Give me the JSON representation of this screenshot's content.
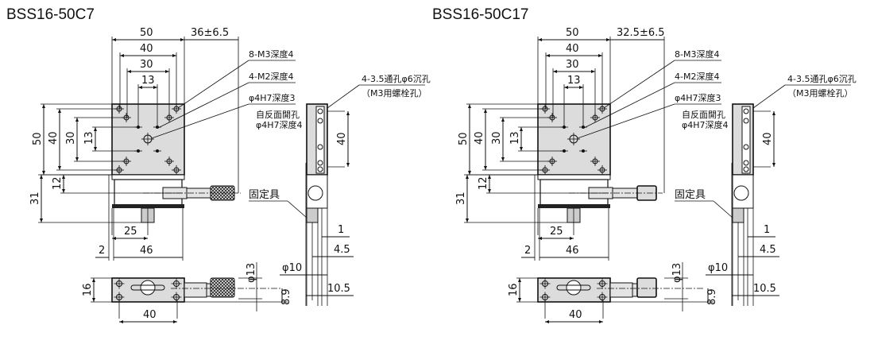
{
  "panels": [
    {
      "model": "BSS16-50C7",
      "dims": {
        "w50": "50",
        "w40": "40",
        "w30": "30",
        "w13": "13",
        "travel": "36±6.5",
        "h50": "50",
        "h40": "40",
        "h30": "30",
        "h13": "13",
        "h12": "12",
        "h31": "31",
        "d25": "25",
        "d2": "2",
        "d46": "46",
        "b16": "16",
        "b40": "40",
        "phi13": "φ13",
        "b89": "8.9",
        "s40": "40",
        "s1": "1",
        "s45": "4.5",
        "phi10": "φ10",
        "s105": "10.5"
      },
      "notes": {
        "m3": "8-M3深度4",
        "m2": "4-M2深度4",
        "h7": "φ4H7深度3",
        "rev1": "自反面開孔",
        "rev2": "φ4H7深度4",
        "cb1": "4-3.5通孔φ6沉孔",
        "cb2": "（M3用螺栓孔）",
        "clamp": "固定具"
      }
    },
    {
      "model": "BSS16-50C17",
      "dims": {
        "w50": "50",
        "w40": "40",
        "w30": "30",
        "w13": "13",
        "travel": "32.5±6.5",
        "h50": "50",
        "h40": "40",
        "h30": "30",
        "h13": "13",
        "h12": "12",
        "h31": "31",
        "d25": "25",
        "d2": "2",
        "d46": "46",
        "b16": "16",
        "b40": "40",
        "phi13": "φ13",
        "b89": "8.9",
        "s40": "40",
        "s1": "1",
        "s45": "4.5",
        "phi10": "φ10",
        "s105": "10.5"
      },
      "notes": {
        "m3": "8-M3深度4",
        "m2": "4-M2深度4",
        "h7": "φ4H7深度3",
        "rev1": "自反面開孔",
        "rev2": "φ4H7深度4",
        "cb1": "4-3.5通孔φ6沉孔",
        "cb2": "（M3用螺栓孔）",
        "clamp": "固定具"
      }
    }
  ]
}
